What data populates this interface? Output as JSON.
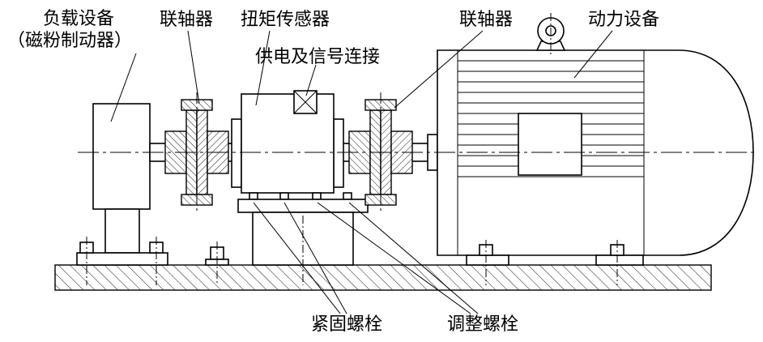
{
  "diagram": {
    "kind": "torque-sensor-installation-drawing",
    "colors": {
      "line": "#000000",
      "background": "#ffffff"
    },
    "labels": {
      "load_device_line1": "负载设备",
      "load_device_line2": "（磁粉制动器）",
      "coupling_left": "联轴器",
      "torque_sensor": "扭矩传感器",
      "power_signal": "供电及信号连接",
      "coupling_right": "联轴器",
      "power_device": "动力设备",
      "fastening_bolt": "紧固螺栓",
      "adjustment_bolt": "调整螺栓"
    }
  }
}
